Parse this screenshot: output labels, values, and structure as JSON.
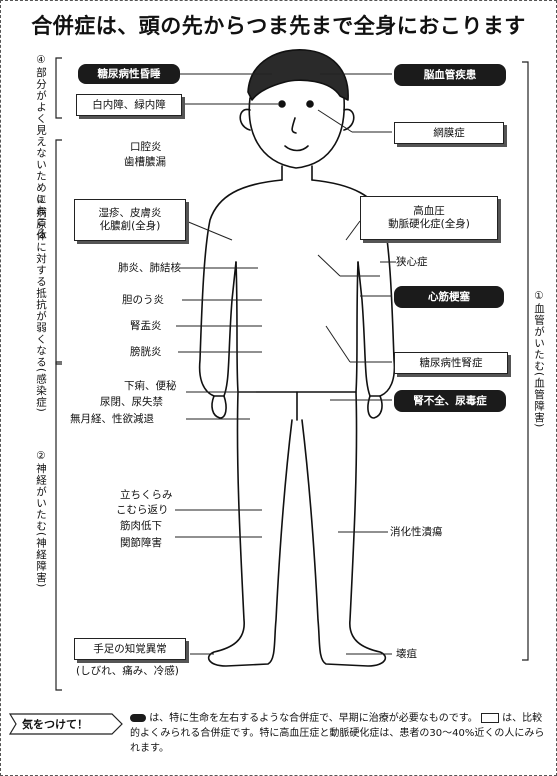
{
  "title": "合併症は、頭の先からつま先まで全身におこります",
  "groups": {
    "g4": "④部分がよく見えないためにおこる",
    "g3": "③病原体に対する抵抗が弱くなる(感染症)",
    "g2": "②神経がいたむ(神経障害)",
    "g1": "①血管がいたむ(血管障害)"
  },
  "boxes": {
    "diabetic_coma": "糖尿病性昏睡",
    "cataract": "白内障、緑内障",
    "cerebrovascular": "脳血管疾患",
    "retinopathy": "網膜症",
    "infection": "湿疹、皮膚炎\n化膿創(全身)",
    "hypertension": "高血圧\n動脈硬化症(全身)",
    "heart_failure": "心筋梗塞",
    "nephropathy": "糖尿病性腎症",
    "renal_failure": "腎不全、尿毒症",
    "sensory": "手足の知覚異常"
  },
  "labels": {
    "gum": "歯槽膿漏",
    "gum2": "口腔炎",
    "pneumonia": "肺炎、肺結核",
    "cholecystitis": "胆のう炎",
    "pyelonephritis": "腎盂炎",
    "cystitis": "膀胱炎",
    "diarrhea": "下痢、便秘",
    "urination": "尿閉、尿失禁",
    "amenorrhea": "無月経、性欲減退",
    "muscle1": "立ちくらみ",
    "muscle2": "こむら返り",
    "muscle3": "筋肉低下",
    "muscle4": "関節障害",
    "angina": "狭心症",
    "neuropathy": "消化性潰瘍",
    "gangrene": "壊疽",
    "sensory_sub": "(しびれ、痛み、冷感)"
  },
  "banner": "気をつけて！",
  "note": {
    "line1": "は、特に生命を左右するような合併症で、早期に治療が必要なものです。",
    "line2": "は、比較的よくみられる合併症です。特に高血圧症と動脈硬化症は、患者の30～40%近くの人にみられます。"
  }
}
